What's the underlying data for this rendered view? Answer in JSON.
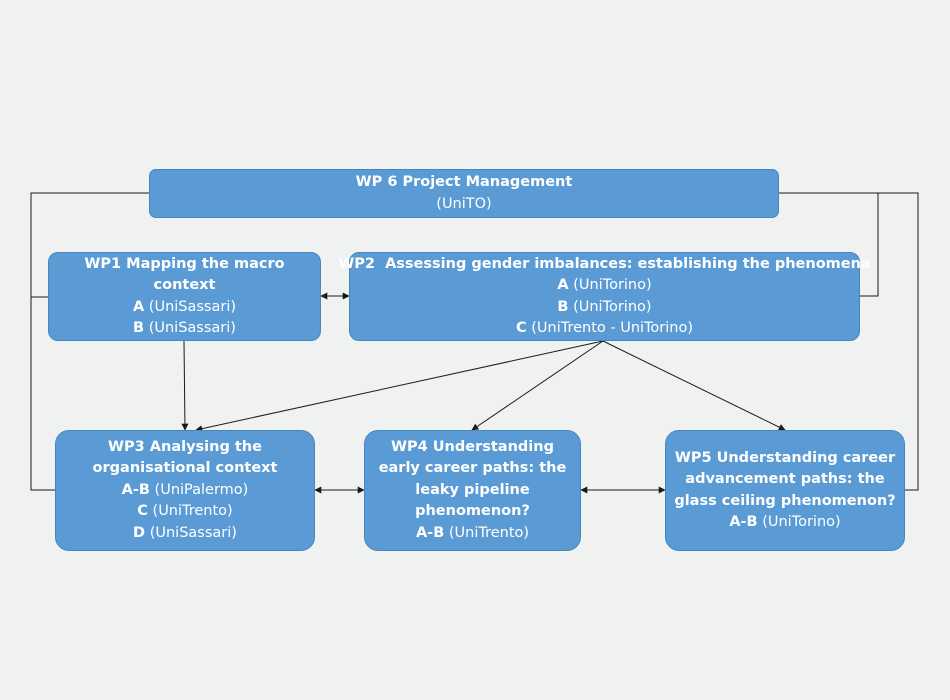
{
  "diagram": {
    "wp6": {
      "title": "WP 6 Project Management",
      "lines": [
        {
          "code": "",
          "org": "(UniTO)"
        }
      ]
    },
    "wp1": {
      "title_lines": [
        "WP1 Mapping the macro",
        "context"
      ],
      "lines": [
        {
          "code": "A",
          "org": " (UniSassari)"
        },
        {
          "code": "B",
          "org": " (UniSassari)"
        }
      ]
    },
    "wp2": {
      "title_lines": [
        "WP2  Assessing gender imbalances: establishing the phenomena"
      ],
      "lines": [
        {
          "code": "A",
          "org": " (UniTorino)"
        },
        {
          "code": "B",
          "org": " (UniTorino)"
        },
        {
          "code": "C",
          "org": " (UniTrento - UniTorino)"
        }
      ]
    },
    "wp3": {
      "title_lines": [
        "WP3 Analysing the",
        "organisational context"
      ],
      "lines": [
        {
          "code": "A-B",
          "org": " (UniPalermo)"
        },
        {
          "code": "C",
          "org": " (UniTrento)"
        },
        {
          "code": "D",
          "org": " (UniSassari)"
        }
      ]
    },
    "wp4": {
      "title_lines": [
        "WP4 Understanding",
        "early career paths: the",
        "leaky pipeline",
        "phenomenon?"
      ],
      "lines": [
        {
          "code": "A-B",
          "org": " (UniTrento)"
        }
      ]
    },
    "wp5": {
      "title_lines": [
        "WP5 Understanding career",
        "advancement paths: the",
        "glass ceiling phenomenon?"
      ],
      "lines": [
        {
          "code": "A-B",
          "org": " (UniTorino)"
        }
      ]
    }
  },
  "colors": {
    "box_fill": "#5b9bd5",
    "box_border": "#4a86bd",
    "text": "#ffffff",
    "line": "#1a1a1a",
    "background": "#eff2f1"
  }
}
